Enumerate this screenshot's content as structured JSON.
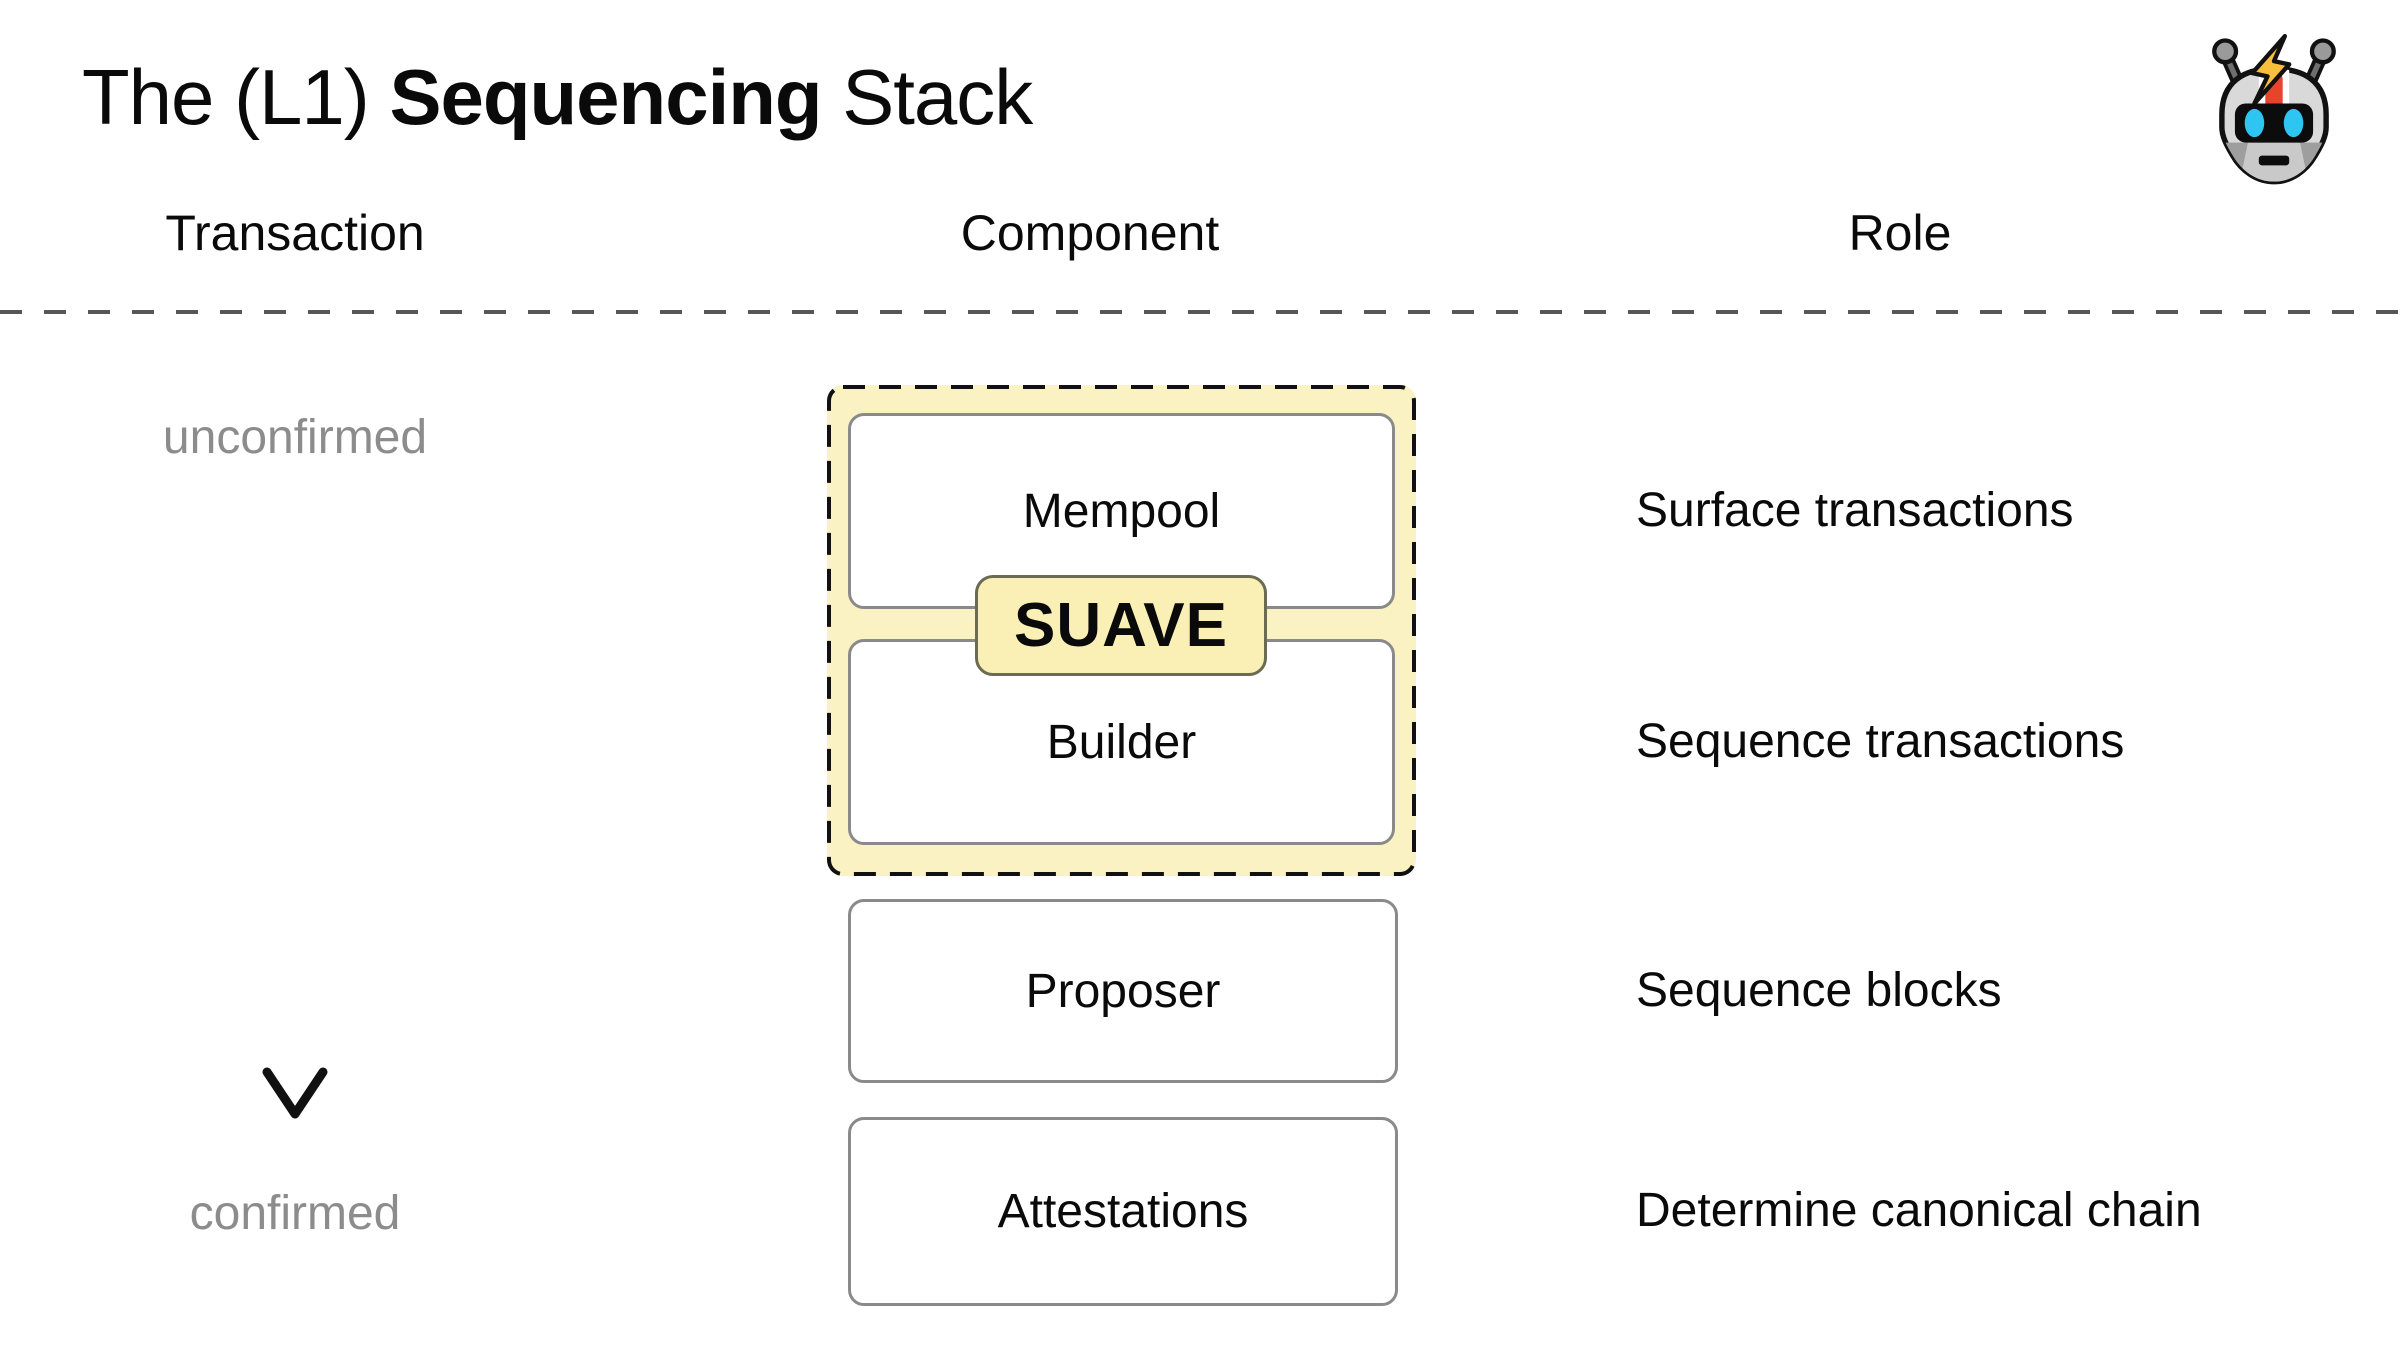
{
  "title": {
    "prefix": "The (L1) ",
    "emphasis": "Sequencing",
    "suffix": " Stack"
  },
  "columns": {
    "transaction": "Transaction",
    "component": "Component",
    "role": "Role"
  },
  "flow": {
    "start_label": "unconfirmed",
    "end_label": "confirmed"
  },
  "suave": {
    "label": "SUAVE"
  },
  "components": [
    {
      "label": "Mempool",
      "role": "Surface transactions"
    },
    {
      "label": "Builder",
      "role": "Sequence transactions"
    },
    {
      "label": "Proposer",
      "role": "Sequence blocks"
    },
    {
      "label": "Attestations",
      "role": "Determine canonical chain"
    }
  ],
  "icons": {
    "top_right": "robot-lightning-icon"
  },
  "colors": {
    "background": "#FFFFFF",
    "text_primary": "#0A0A0A",
    "text_muted": "#8C8C8C",
    "container_fill": "#FBF2C4",
    "badge_fill": "#FAF0B5",
    "badge_border": "#6B6B52",
    "box_border": "#8A8A8A",
    "dash_border": "#111111",
    "separator": "#575757"
  }
}
